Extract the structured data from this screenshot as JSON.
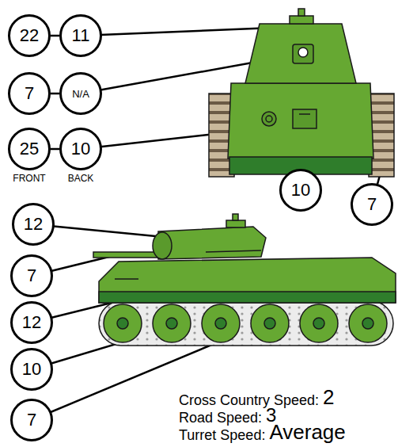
{
  "diagram": {
    "nodes": [
      {
        "text": [
          "22"
        ]
      },
      {
        "text": [
          "11"
        ]
      },
      {
        "text": [
          "7"
        ]
      },
      {
        "text": [
          "N/A"
        ]
      },
      {
        "text": [
          "25"
        ]
      },
      {
        "text": [
          "10"
        ]
      },
      {
        "text": [
          "10"
        ]
      },
      {
        "text": [
          "7"
        ]
      },
      {
        "text": [
          "12"
        ]
      },
      {
        "text": [
          "7"
        ]
      },
      {
        "text": [
          "12"
        ]
      },
      {
        "text": [
          "10"
        ]
      },
      {
        "text": [
          "7"
        ]
      }
    ],
    "edges": [
      {
        "from": 0,
        "to": 1,
        "arrow": "none"
      },
      {
        "from": 2,
        "to": 3,
        "arrow": "none"
      },
      {
        "from": 4,
        "to": 5,
        "arrow": "none"
      }
    ],
    "labels": [
      "FRONT",
      "BACK",
      "Cross Country Speed:",
      "2",
      "Road Speed:",
      "3",
      "Turret Speed:",
      "Average"
    ]
  }
}
